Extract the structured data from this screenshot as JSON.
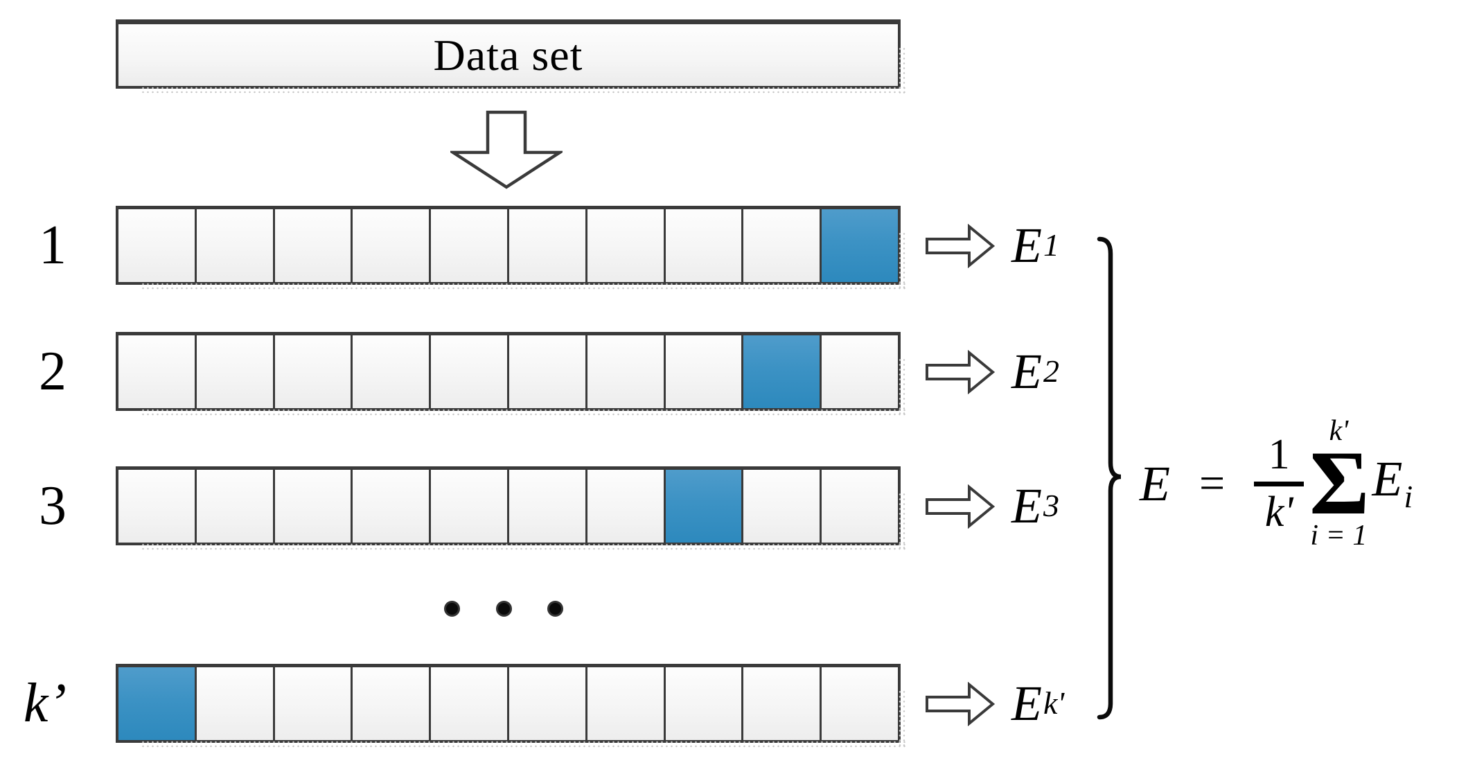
{
  "dataset": {
    "label": "Data set"
  },
  "folds": {
    "cell_count_per_row": 10,
    "rows": [
      {
        "label": "1",
        "highlighted_cell": 10,
        "error_base": "E",
        "error_subscript": "1"
      },
      {
        "label": "2",
        "highlighted_cell": 9,
        "error_base": "E",
        "error_subscript": "2"
      },
      {
        "label": "3",
        "highlighted_cell": 8,
        "error_base": "E",
        "error_subscript": "3"
      },
      {
        "label": "k’",
        "highlighted_cell": 1,
        "error_base": "E",
        "error_subscript": "k'"
      }
    ],
    "ellipsis_dot_count": 3
  },
  "formula": {
    "lhs": "E",
    "equals": "=",
    "numerator": "1",
    "denominator": "k'",
    "sigma": "Σ",
    "sum_upper": "k'",
    "sum_lower": "i = 1",
    "term_base": "E",
    "term_subscript": "i"
  },
  "colors": {
    "highlight_blue_top": "#4F9CCB",
    "highlight_blue_bottom": "#2D89BD",
    "border_dark": "#3A3A3A",
    "background": "#FFFFFF"
  }
}
